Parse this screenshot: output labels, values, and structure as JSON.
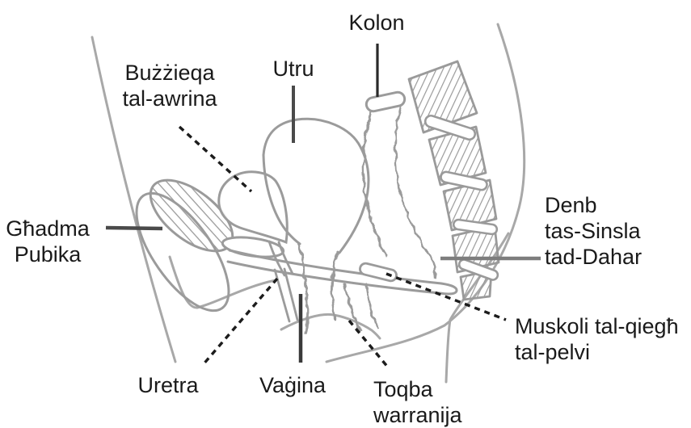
{
  "diagram": {
    "description": "Side cross-section line drawing of the female pelvis with Maltese anatomical labels",
    "labels": {
      "kolon": "Kolon",
      "utru": "Utru",
      "buzzieqa": "Bużżieqa\ntal-awrina",
      "ghadma": "Għadma\nPubika",
      "denb": "Denb\ntas-Sinsla\ntad-Dahar",
      "muskoli": "Muskoli tal-qiegħ\ntal-pelvi",
      "uretra": "Uretra",
      "vagina": "Vaġina",
      "toqba": "Toqba\nwarranija"
    },
    "colors": {
      "background": "#ffffff",
      "body_line": "#a8a8a8",
      "organ_line": "#9b9b9b",
      "hatch_line": "#9a9a9a",
      "leader_solid": "#4a4a4a",
      "leader_light": "#7d7d7d",
      "leader_dashed": "#1c1c1c",
      "text": "#1a1a1a"
    }
  }
}
